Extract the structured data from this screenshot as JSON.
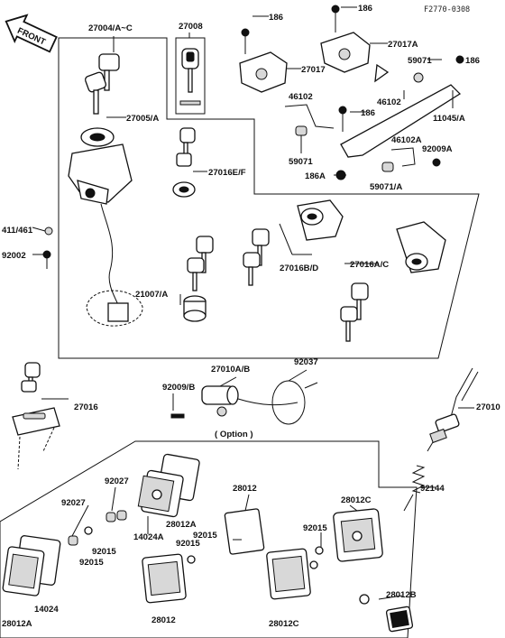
{
  "ref_code": "F2770-0308",
  "front_label": "FRONT",
  "option_label": "( Option )",
  "callouts": {
    "p27004": "27004/A~C",
    "p27008": "27008",
    "p186_a": "186",
    "p186_b": "186",
    "p186_c": "186",
    "p186_d": "186",
    "p27017A": "27017A",
    "p27017": "27017",
    "p59071": "59071",
    "p46102_a": "46102",
    "p46102_b": "46102",
    "p27005": "27005/A",
    "p11045": "11045/A",
    "p59071_b": "59071",
    "p46102A": "46102A",
    "p92009A": "92009A",
    "p27016EF": "27016E/F",
    "p186A": "186A",
    "p59071A": "59071/A",
    "p411": "411/461",
    "p92002": "92002",
    "p27016BD": "27016B/D",
    "p27016AC": "27016A/C",
    "p21007": "21007/A",
    "p27010AB": "27010A/B",
    "p92037": "92037",
    "p92009B": "92009/B",
    "p27016": "27016",
    "p27010": "27010",
    "p92027_a": "92027",
    "p92027_b": "92027",
    "p28012_top": "28012",
    "p28012C_top": "28012C",
    "p28012A_a": "28012A",
    "p14024A": "14024A",
    "p92015_a": "92015",
    "p92015_b": "92015",
    "p92015_c": "92015",
    "p92015_d": "92015",
    "p92015_e": "92015",
    "p92144": "92144",
    "p14024": "14024",
    "p28012A_b": "28012A",
    "p28012_bot": "28012",
    "p28012C_bot": "28012C",
    "p28012B": "28012B"
  }
}
